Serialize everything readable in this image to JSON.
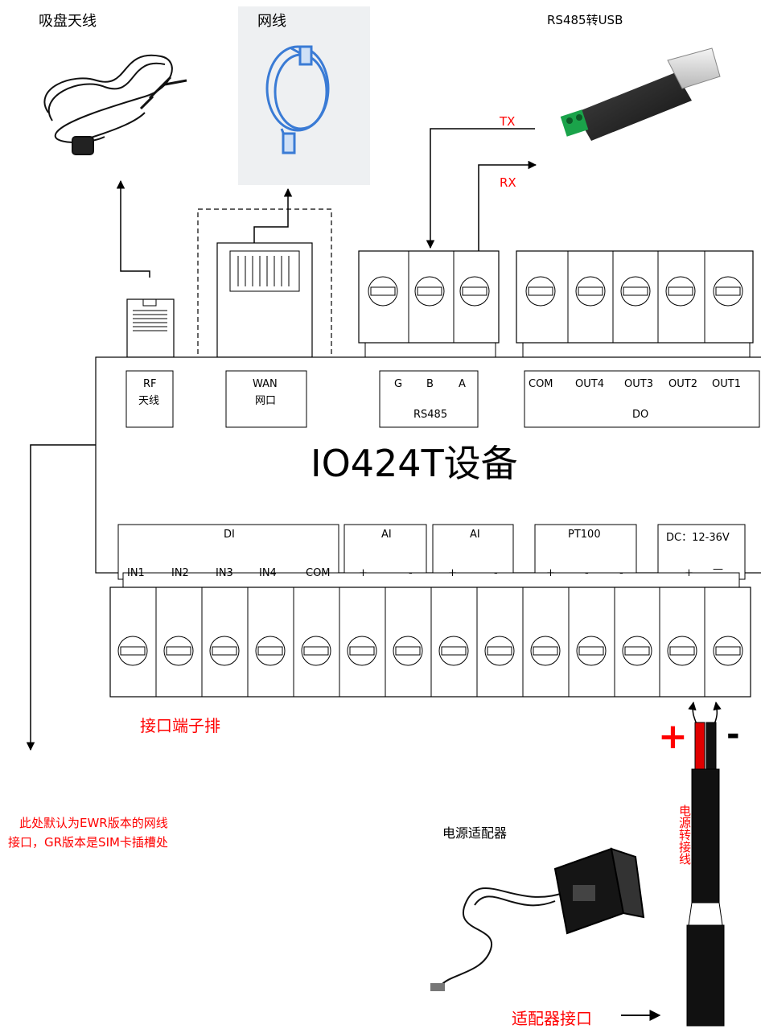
{
  "accessories": {
    "antenna": "吸盘天线",
    "cable": "网线",
    "usb": "RS485转USB",
    "adapter": "电源适配器"
  },
  "arrows": {
    "tx": "TX",
    "rx": "RX"
  },
  "device": {
    "title": "IO424T设备",
    "rf": {
      "line1": "RF",
      "line2": "天线"
    },
    "wan": {
      "line1": "WAN",
      "line2": "网口"
    },
    "rs485": {
      "pins": [
        "G",
        "B",
        "A"
      ],
      "name": "RS485"
    },
    "do": {
      "pins": [
        "COM",
        "OUT4",
        "OUT3",
        "OUT2",
        "OUT1"
      ],
      "name": "DO"
    },
    "di": {
      "name": "DI",
      "pins": [
        "IN1",
        "IN2",
        "IN3",
        "IN4",
        "COM"
      ]
    },
    "ai1": {
      "name": "AI",
      "pins": [
        "+",
        "-"
      ]
    },
    "ai2": {
      "name": "AI",
      "pins": [
        "+",
        "-"
      ]
    },
    "pt100": {
      "name": "PT100",
      "pins": [
        "+",
        "-",
        "-"
      ]
    },
    "dc": {
      "name": "DC：12-36V",
      "pins": [
        "+",
        "—"
      ]
    }
  },
  "annotations": {
    "terminal_block": "接口端子排",
    "note_line1": "此处默认为EWR版本的网线",
    "note_line2": "接口，GR版本是SIM卡插槽处",
    "plus": "+",
    "minus": "-",
    "power_cable": "电源转接线",
    "adapter_port": "适配器接口"
  },
  "colors": {
    "annotation": "#ff0000",
    "usb_body": "#2a2a2a",
    "usb_terminal": "#1aa34a",
    "cable_blue": "#3a7bd5",
    "wire_red": "#e00000"
  }
}
